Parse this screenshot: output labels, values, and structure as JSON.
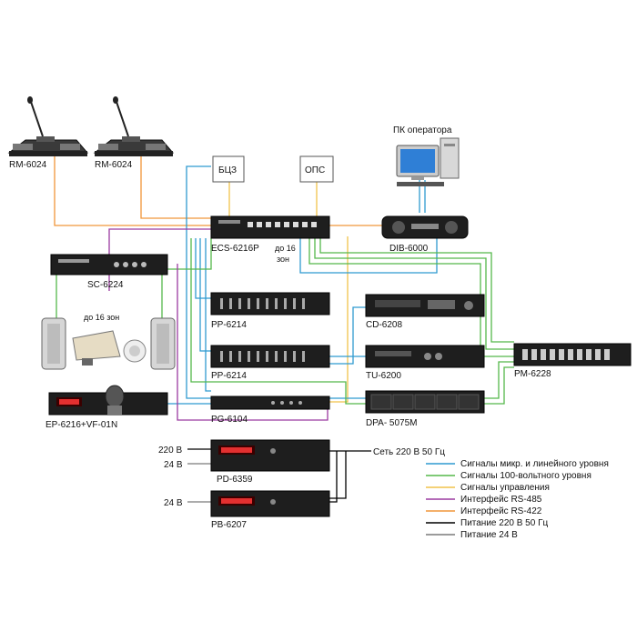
{
  "colors": {
    "mic_line": "#2f9ad0",
    "speaker_100v": "#55b84a",
    "control": "#f0c24a",
    "rs485": "#9b3aa0",
    "rs422": "#f0963a",
    "power220": "#000000",
    "power24": "#7a7a7a",
    "device_body": "#1e1e1e",
    "device_face": "#2e2e2e",
    "display_red": "#e33030"
  },
  "devices": {
    "rm1": "RM-6024",
    "rm2": "RM-6024",
    "pc": "ПК оператора",
    "bcz": "БЦЗ",
    "ops": "ОПС",
    "ecs": "ECS-6216P",
    "zones_a": "до 16",
    "zones_b": "зон",
    "dib": "DIB-6000",
    "sc": "SC-6224",
    "zones16": "до 16 зон",
    "pp1": "PP-6214",
    "cd": "CD-6208",
    "pp2": "PP-6214",
    "tu": "TU-6200",
    "pm": "PM-6228",
    "ep": "EP-6216+VF-01N",
    "pg": "PG-6104",
    "dpa": "DPA- 5075M",
    "pd": "PD-6359",
    "pb": "PB-6207",
    "v220": "220 В",
    "v24a": "24 В",
    "v24b": "24 В",
    "mains": "Сеть 220 В 50 Гц"
  },
  "legend": [
    {
      "label": "Сигналы микр. и линейного уровня",
      "color": "#2f9ad0"
    },
    {
      "label": "Сигналы 100-вольтного уровня",
      "color": "#55b84a"
    },
    {
      "label": "Сигналы управления",
      "color": "#f0c24a"
    },
    {
      "label": "Интерфейс RS-485",
      "color": "#9b3aa0"
    },
    {
      "label": "Интерфейс RS-422",
      "color": "#f0963a"
    },
    {
      "label": "Питание 220 В 50 Гц",
      "color": "#000000"
    },
    {
      "label": "Питание 24 В",
      "color": "#7a7a7a"
    }
  ]
}
